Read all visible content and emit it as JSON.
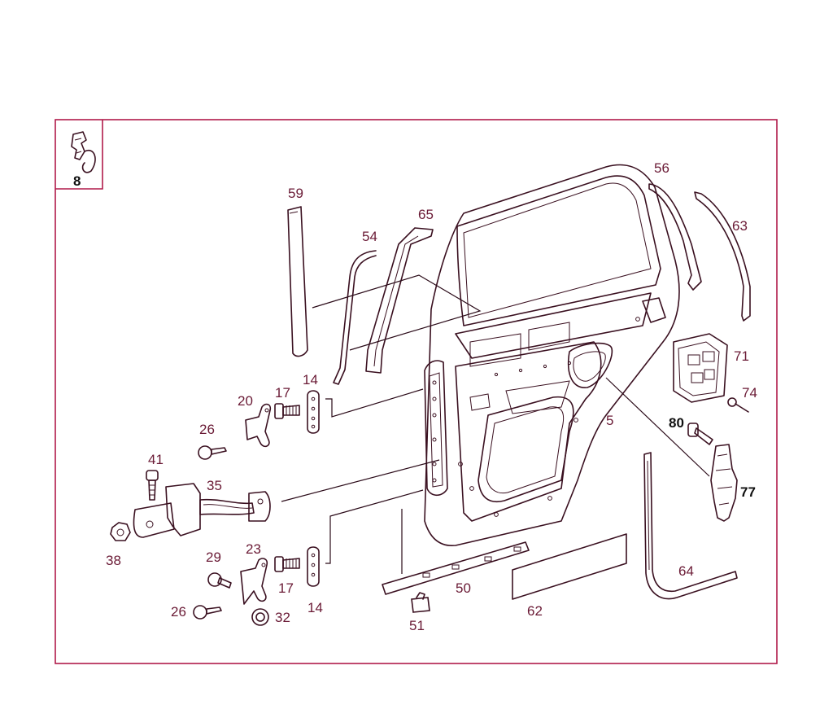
{
  "diagram": {
    "inset_label": "8",
    "callouts": {
      "c5": "5",
      "c14a": "14",
      "c14b": "14",
      "c17a": "17",
      "c17b": "17",
      "c20": "20",
      "c23": "23",
      "c26a": "26",
      "c26b": "26",
      "c29": "29",
      "c32": "32",
      "c35": "35",
      "c38": "38",
      "c41": "41",
      "c50": "50",
      "c51": "51",
      "c54": "54",
      "c56": "56",
      "c59": "59",
      "c62": "62",
      "c63": "63",
      "c64": "64",
      "c65": "65",
      "c71": "71",
      "c74": "74",
      "c77": "77",
      "c80": "80"
    }
  }
}
